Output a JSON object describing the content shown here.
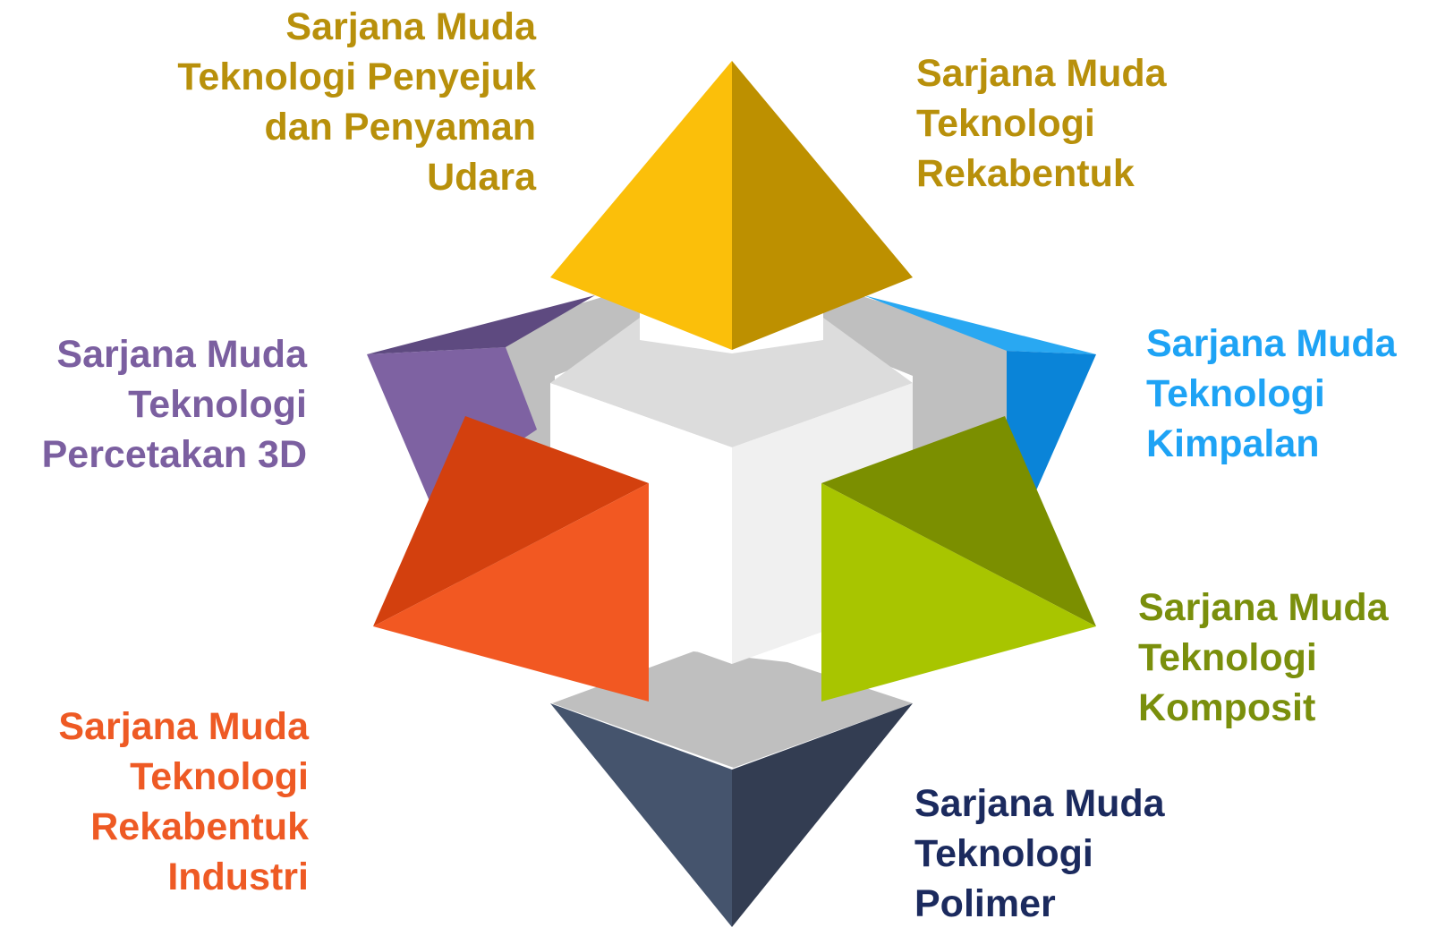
{
  "colors": {
    "gold": "#B8900B",
    "purple": "#7B5FA0",
    "blue": "#1EA3F5",
    "green": "#7A8F0C",
    "orange": "#EE5A24",
    "navy": "#1B2A5E"
  },
  "labels": {
    "top_left": {
      "lines": [
        "Sarjana Muda",
        "Teknologi Penyejuk",
        "dan Penyaman",
        "Udara"
      ]
    },
    "top_right": {
      "lines": [
        "Sarjana Muda",
        "Teknologi",
        "Rekabentuk"
      ]
    },
    "mid_left": {
      "lines": [
        "Sarjana Muda",
        "Teknologi",
        "Percetakan 3D"
      ]
    },
    "mid_right": {
      "lines": [
        "Sarjana Muda",
        "Teknologi",
        "Kimpalan"
      ]
    },
    "low_right": {
      "lines": [
        "Sarjana Muda",
        "Teknologi",
        "Komposit"
      ]
    },
    "bottom_left": {
      "lines": [
        "Sarjana Muda",
        "Teknologi",
        "Rekabentuk",
        "Industri"
      ]
    },
    "bottom_right": {
      "lines": [
        "Sarjana Muda",
        "Teknologi",
        "Polimer"
      ]
    }
  }
}
